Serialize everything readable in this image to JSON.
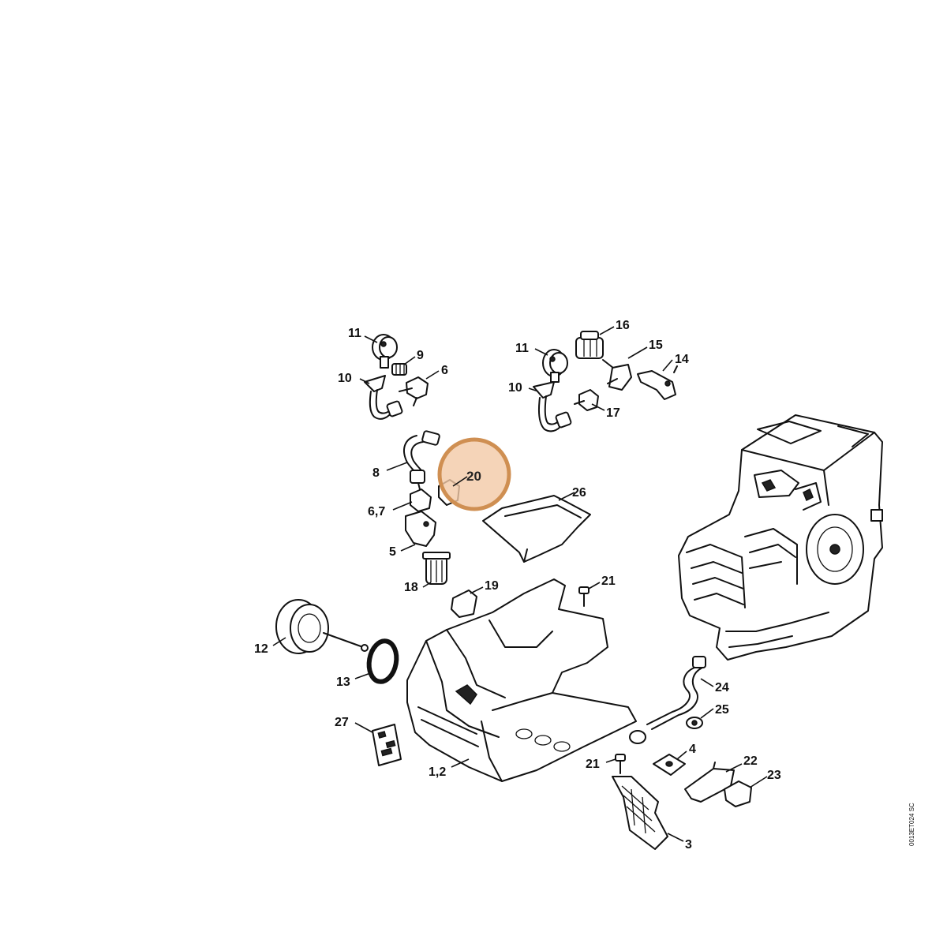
{
  "drawing_number": "0013ET024 SC",
  "highlight": {
    "label": "20",
    "fill_color": "#f3c9a6",
    "stroke_color": "#cf8f52"
  },
  "callouts": [
    {
      "id": "c11a",
      "label": "11"
    },
    {
      "id": "c9",
      "label": "9"
    },
    {
      "id": "c6",
      "label": "6"
    },
    {
      "id": "c10a",
      "label": "10"
    },
    {
      "id": "c11b",
      "label": "11"
    },
    {
      "id": "c16",
      "label": "16"
    },
    {
      "id": "c15",
      "label": "15"
    },
    {
      "id": "c14",
      "label": "14"
    },
    {
      "id": "c10b",
      "label": "10"
    },
    {
      "id": "c17",
      "label": "17"
    },
    {
      "id": "c8",
      "label": "8"
    },
    {
      "id": "c26",
      "label": "26"
    },
    {
      "id": "c67",
      "label": "6,7"
    },
    {
      "id": "c5",
      "label": "5"
    },
    {
      "id": "c18",
      "label": "18"
    },
    {
      "id": "c19",
      "label": "19"
    },
    {
      "id": "c21a",
      "label": "21"
    },
    {
      "id": "c12",
      "label": "12"
    },
    {
      "id": "c13",
      "label": "13"
    },
    {
      "id": "c24",
      "label": "24"
    },
    {
      "id": "c25",
      "label": "25"
    },
    {
      "id": "c27",
      "label": "27"
    },
    {
      "id": "c4",
      "label": "4"
    },
    {
      "id": "c22",
      "label": "22"
    },
    {
      "id": "c21b",
      "label": "21"
    },
    {
      "id": "c23",
      "label": "23"
    },
    {
      "id": "c12b",
      "label": "1,2"
    },
    {
      "id": "c3",
      "label": "3"
    }
  ]
}
